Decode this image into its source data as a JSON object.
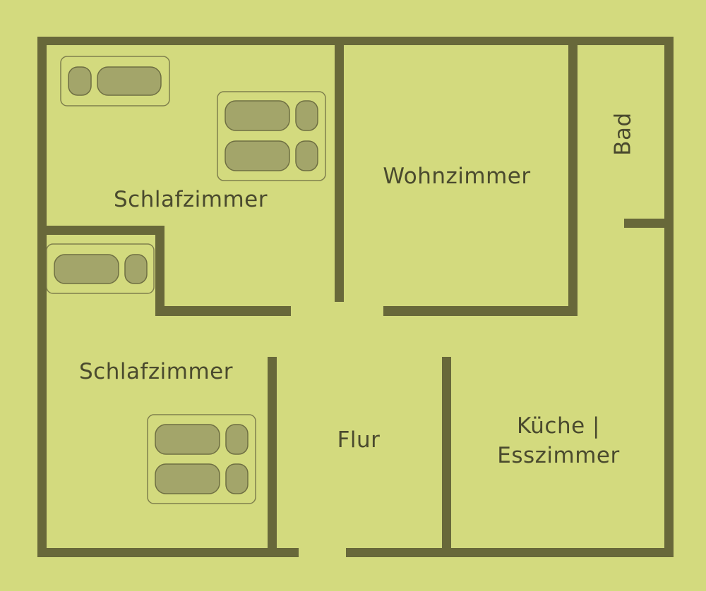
{
  "floorplan": {
    "rooms": {
      "bedroom_top": "Schlafzimmer",
      "living_room": "Wohnzimmer",
      "bathroom": "Bad",
      "bedroom_bottom": "Schlafzimmer",
      "hallway": "Flur",
      "kitchen_line1": "Küche |",
      "kitchen_line2": "Esszimmer"
    },
    "colors": {
      "background": "#d3da7e",
      "walls": "#68683a",
      "furniture": "#a3a56a",
      "text": "#4a4a2e"
    }
  }
}
